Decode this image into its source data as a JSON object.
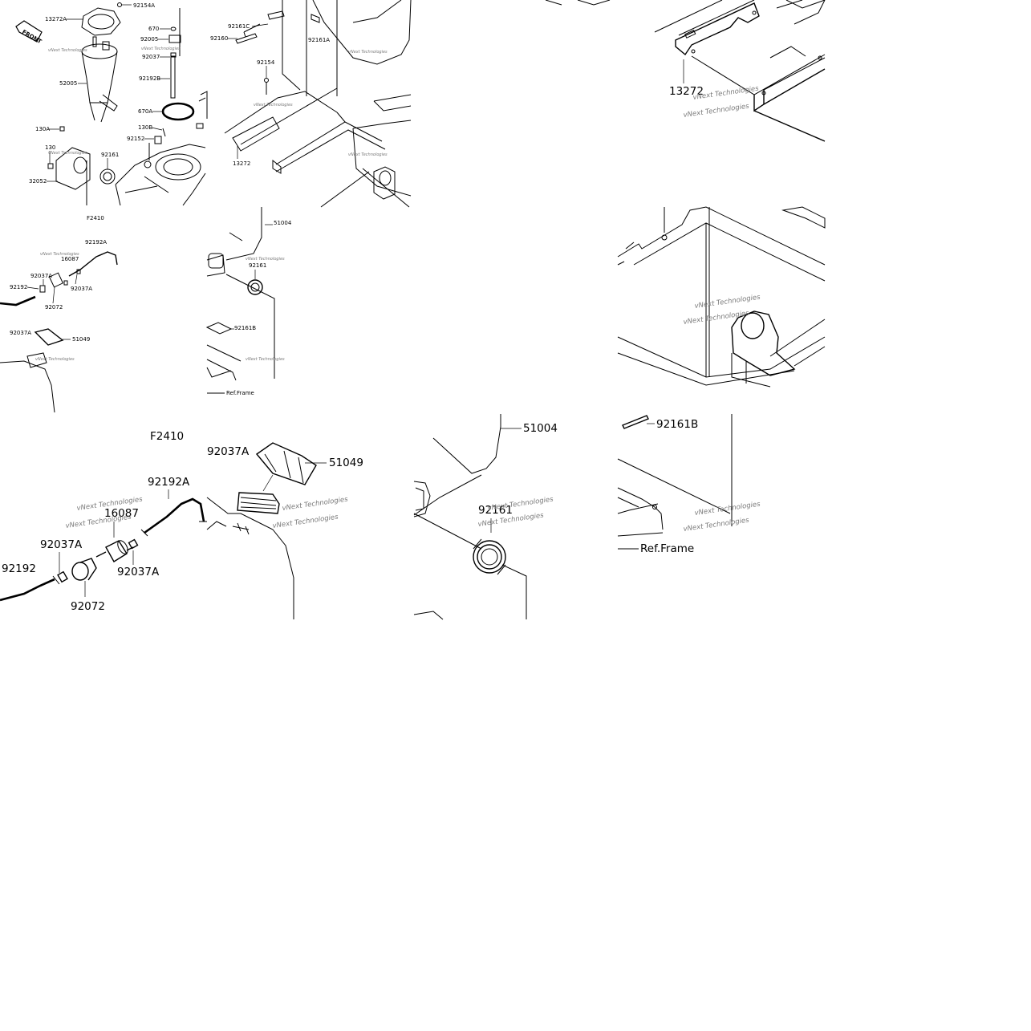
{
  "watermark": "vNext Technologies",
  "front_badge": "FRONT",
  "panels": {
    "top_left": {
      "labels": [
        "13272A",
        "92154A",
        "670",
        "92005",
        "92037",
        "52005",
        "92192B",
        "670A",
        "130B",
        "92152",
        "130A",
        "130",
        "92161",
        "32052",
        "F2410",
        "92161C",
        "92160",
        "92154",
        "92161A",
        "13272"
      ]
    },
    "mid_left": {
      "labels": [
        "92192A",
        "16087",
        "92037A",
        "92192",
        "92037A",
        "92072",
        "92037A",
        "51049"
      ]
    },
    "mid_center": {
      "labels": [
        "51004",
        "92161",
        "92161B",
        "Ref.Frame"
      ]
    },
    "bottom_left": {
      "labels": [
        "F2410",
        "92037A",
        "51049",
        "92192A",
        "16087",
        "92037A",
        "92192",
        "92037A",
        "92072"
      ]
    },
    "bottom_center": {
      "labels": [
        "51004",
        "92161"
      ]
    },
    "bottom_right": {
      "labels": [
        "92161B",
        "Ref.Frame"
      ]
    },
    "top_right": {
      "labels": [
        "13272"
      ]
    }
  }
}
